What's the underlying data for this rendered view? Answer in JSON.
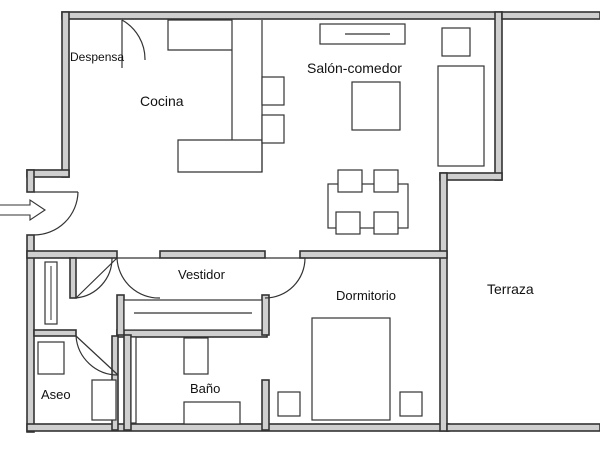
{
  "rooms": {
    "despensa": "Despensa",
    "cocina": "Cocina",
    "salon_comedor": "Salón-comedor",
    "vestidor": "Vestidor",
    "dormitorio": "Dormitorio",
    "terraza": "Terraza",
    "aseo": "Aseo",
    "bano": "Baño"
  },
  "colors": {
    "wall_fill": "#cfcfcf",
    "line": "#333333",
    "background": "#ffffff"
  },
  "icons": {
    "entrance": "entrance-arrow-icon"
  }
}
